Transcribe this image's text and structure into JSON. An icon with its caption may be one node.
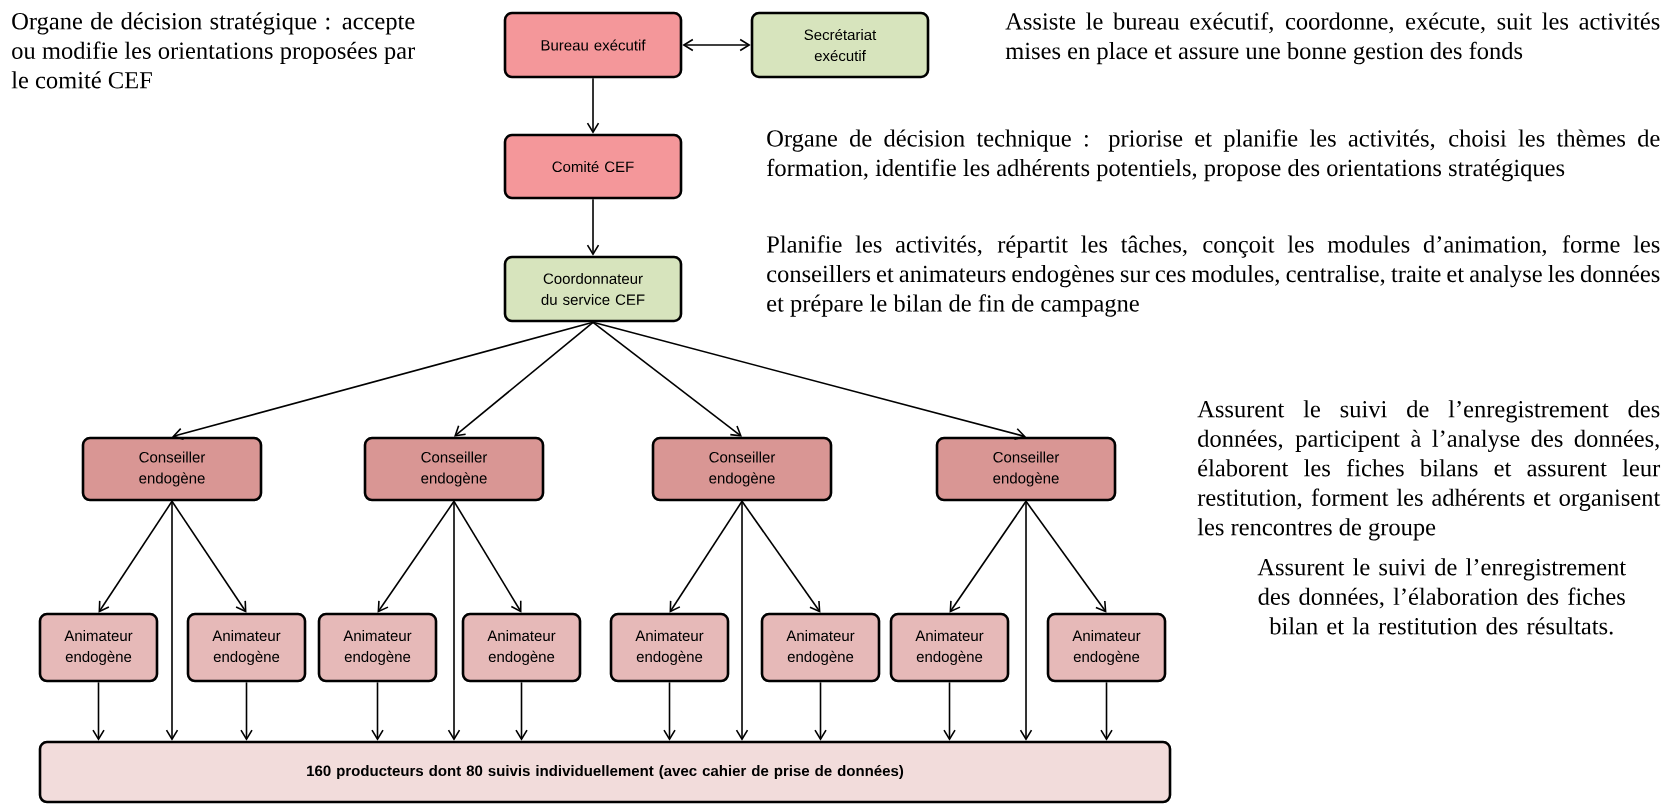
{
  "diagram": {
    "nodes": [
      {
        "text": [
          "Bureau exécutif"
        ]
      },
      {
        "text": [
          "Secrétariat exécutif"
        ]
      },
      {
        "text": [
          "Comité CEF"
        ]
      },
      {
        "text": [
          "Coordonnateur du service CEF"
        ]
      },
      {
        "text": [
          "Conseiller endogène"
        ]
      },
      {
        "text": [
          "Conseiller endogène"
        ]
      },
      {
        "text": [
          "Conseiller endogène"
        ]
      },
      {
        "text": [
          "Conseiller endogène"
        ]
      },
      {
        "text": [
          "Animateur endogène"
        ]
      },
      {
        "text": [
          "Animateur endogène"
        ]
      },
      {
        "text": [
          "Animateur endogène"
        ]
      },
      {
        "text": [
          "Animateur endogène"
        ]
      },
      {
        "text": [
          "Animateur endogène"
        ]
      },
      {
        "text": [
          "Animateur endogène"
        ]
      },
      {
        "text": [
          "Animateur endogène"
        ]
      },
      {
        "text": [
          "Animateur endogène"
        ]
      },
      {
        "text": [
          "160 producteurs dont 80 suivis individuellement (avec cahier de prise de données)"
        ]
      }
    ],
    "edges": [
      {
        "from": 0,
        "to": 1,
        "arrow": "both"
      },
      {
        "from": 0,
        "to": 2,
        "arrow": "to"
      },
      {
        "from": 2,
        "to": 3,
        "arrow": "to"
      },
      {
        "from": 3,
        "to": 4,
        "arrow": "to"
      },
      {
        "from": 3,
        "to": 5,
        "arrow": "to"
      },
      {
        "from": 3,
        "to": 6,
        "arrow": "to"
      },
      {
        "from": 3,
        "to": 7,
        "arrow": "to"
      },
      {
        "from": 4,
        "to": 8,
        "arrow": "to"
      },
      {
        "from": 4,
        "to": 9,
        "arrow": "to"
      },
      {
        "from": 4,
        "to": 16,
        "arrow": "to"
      },
      {
        "from": 5,
        "to": 10,
        "arrow": "to"
      },
      {
        "from": 5,
        "to": 11,
        "arrow": "to"
      },
      {
        "from": 5,
        "to": 16,
        "arrow": "to"
      },
      {
        "from": 6,
        "to": 12,
        "arrow": "to"
      },
      {
        "from": 6,
        "to": 13,
        "arrow": "to"
      },
      {
        "from": 6,
        "to": 16,
        "arrow": "to"
      },
      {
        "from": 7,
        "to": 14,
        "arrow": "to"
      },
      {
        "from": 7,
        "to": 15,
        "arrow": "to"
      },
      {
        "from": 7,
        "to": 16,
        "arrow": "to"
      },
      {
        "from": 8,
        "to": 16,
        "arrow": "to"
      },
      {
        "from": 9,
        "to": 16,
        "arrow": "to"
      },
      {
        "from": 10,
        "to": 16,
        "arrow": "to"
      },
      {
        "from": 11,
        "to": 16,
        "arrow": "to"
      },
      {
        "from": 12,
        "to": 16,
        "arrow": "to"
      },
      {
        "from": 13,
        "to": 16,
        "arrow": "to"
      },
      {
        "from": 14,
        "to": 16,
        "arrow": "to"
      },
      {
        "from": 15,
        "to": 16,
        "arrow": "to"
      }
    ],
    "labels": [
      "Organe de décision stratégique : accepte ou modifie les orientations proposées par le comité CEF",
      "Assiste le bureau exécutif, coordonne, exécute, suit les activités mises en place et assure une bonne gestion des fonds",
      "Organe de décision technique : priorise et planifie les activités, choisi les thèmes de formation, identifie les adhérents potentiels, propose des orientations stratégiques",
      "Planifie les activités, répartit les tâches, conçoit les modules d’animation, forme les conseillers et animateurs endogènes sur ces modules, centralise, traite et analyse les données et prépare le bilan de fin de campagne",
      "Assurent le suivi de l’enregistrement des données, participent à l’analyse des données, élaborent les fiches bilans et assurent leur restitution, forment les adhérents et organisent les rencontres de groupe",
      "Assurent le suivi de l’enregistrement des données, l’élaboration des fiches bilan et la restitution des résultats."
    ]
  }
}
